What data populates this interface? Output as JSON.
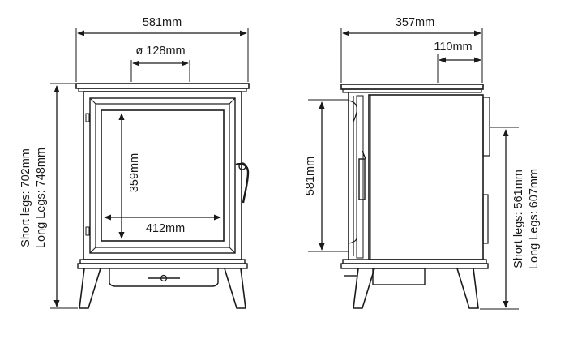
{
  "colors": {
    "line": "#1a1a1a",
    "background": "#ffffff"
  },
  "front_view": {
    "width": "581mm",
    "flue_diameter": "ø 128mm",
    "window_height": "359mm",
    "window_width": "412mm",
    "height_short": "Short legs: 702mm",
    "height_long": "Long Legs: 748mm"
  },
  "side_view": {
    "depth": "357mm",
    "flue_offset": "110mm",
    "body_height": "581mm",
    "flue_height_short": "Short legs: 561mm",
    "flue_height_long": "Long Legs: 607mm"
  }
}
